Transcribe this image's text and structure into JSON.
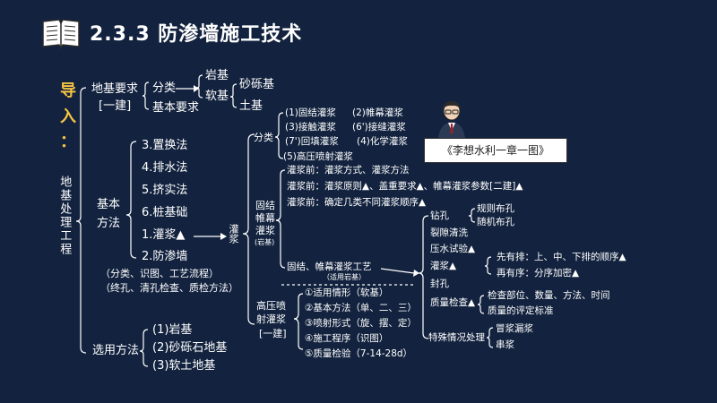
{
  "title": "2.3.3  防渗墙施工技术",
  "intro": {
    "chars": [
      "导",
      "入",
      "："
    ]
  },
  "root": "地基处理工程",
  "tag": "《李想水利一章一图》",
  "dijiyaoqiu": {
    "label": "地基要求",
    "sub": "[一建]",
    "fenlei": "分类",
    "yanji": "岩基",
    "ruanji": "软基",
    "shaliji": "砂砾基",
    "tuji": "土基",
    "jibenyaoqiu": "基本要求"
  },
  "jibenfangfa": {
    "label1": "基本",
    "label2": "方法",
    "items": [
      "3.置换法",
      "4.排水法",
      "5.挤实法",
      "6.桩基础",
      "1.灌浆▲",
      "2.防渗墙"
    ],
    "note1": "（分类、识图、工艺流程）",
    "note2": "（终孔、清孔检查、质检方法）"
  },
  "guanjiang": {
    "label": "灌浆",
    "fenlei": "分类",
    "fenlei_items": [
      "(1)固结灌浆",
      "(2)帷幕灌浆",
      "(3)接触灌浆",
      "(6')接缝灌浆",
      "(7')回填灌浆",
      "(4)化学灌浆",
      "(5)高压喷射灌浆"
    ],
    "guji_label": "固结帷幕灌浆",
    "guji_sub": "(岩基)",
    "before": [
      "灌浆前：灌浆方式、灌浆方法",
      "灌浆前：灌浆原则▲、盖重要求▲、帷幕灌浆参数[二建]▲",
      "灌浆前：确定几类不同灌浆顺序▲"
    ],
    "gongyi": "固结、帷幕灌浆工艺",
    "gongyi_sub": "（适用岩基）",
    "steps": {
      "zuankong": "钻孔",
      "zuankong_a": "规则布孔",
      "zuankong_b": "随机布孔",
      "liexi": "裂隙清洗",
      "yashui": "压水试验▲",
      "guanjiang": "灌浆▲",
      "seq_a": "先有排：上、中、下排的顺序▲",
      "seq_b": "再有序：分序加密▲",
      "fengkong": "封孔",
      "zhiliang": "质量检查▲",
      "zl_a": "检查部位、数量、方法、时间",
      "zl_b": "质量的评定标准",
      "teshu": "特殊情况处理",
      "ts_a": "冒浆漏浆",
      "ts_b": "串浆"
    },
    "gaoya_label1": "高压喷",
    "gaoya_label2": "射灌浆",
    "gaoya_sub": "[一建]",
    "gaoya_items": [
      "①适用情形（软基）",
      "②基本方法（单、二、三）",
      "③喷射形式（旋、摆、定）",
      "④施工程序（识图）",
      "⑤质量检验（7-14-28d）"
    ]
  },
  "xuanyong": {
    "label": "选用方法",
    "items": [
      "(1)岩基",
      "(2)砂砾石地基",
      "(3)软土地基"
    ]
  }
}
